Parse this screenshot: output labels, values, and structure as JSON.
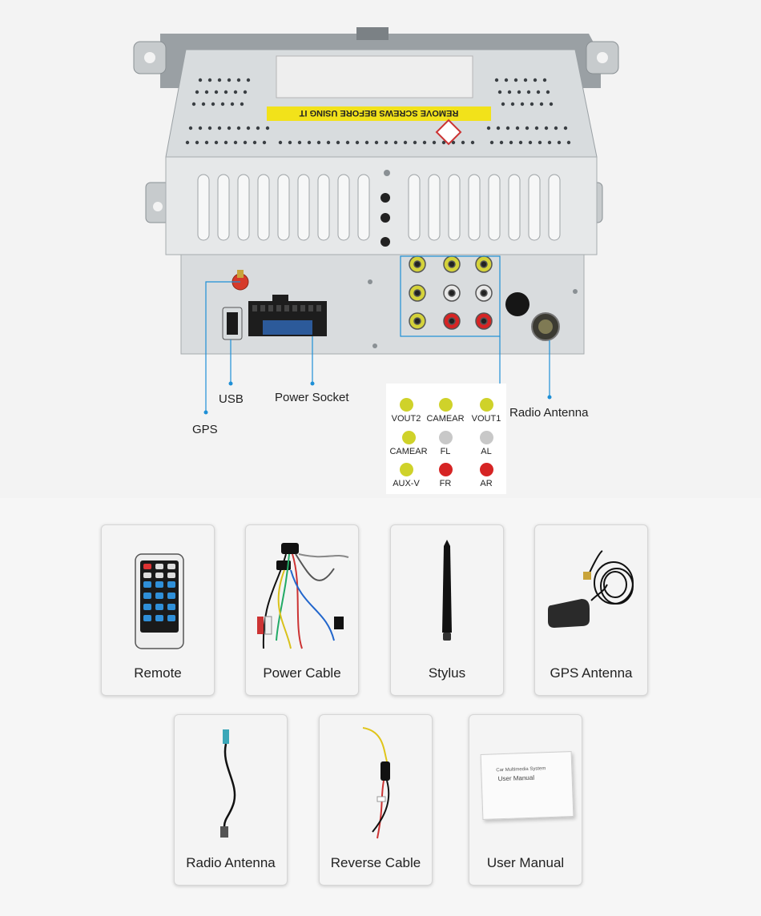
{
  "labels": {
    "gps": "GPS",
    "usb": "USB",
    "power_socket": "Power Socket",
    "radio_antenna": "Radio Antenna"
  },
  "unit_sticker": "REMOVE SCREWS BEFORE USING IT",
  "rca_legend": [
    {
      "label": "VOUT2",
      "color": "#cfd22a"
    },
    {
      "label": "CAMEAR",
      "color": "#cfd22a"
    },
    {
      "label": "VOUT1",
      "color": "#cfd22a"
    },
    {
      "label": "CAMEAR",
      "color": "#cfd22a"
    },
    {
      "label": "FL",
      "color": "#c8c8c8"
    },
    {
      "label": "AL",
      "color": "#c8c8c8"
    },
    {
      "label": "AUX-V",
      "color": "#cfd22a"
    },
    {
      "label": "FR",
      "color": "#d62424"
    },
    {
      "label": "AR",
      "color": "#d62424"
    }
  ],
  "accessories": [
    {
      "caption": "Remote",
      "icon": "remote-control-icon"
    },
    {
      "caption": "Power Cable",
      "icon": "power-cable-icon"
    },
    {
      "caption": "Stylus",
      "icon": "stylus-icon"
    },
    {
      "caption": "GPS Antenna",
      "icon": "gps-antenna-icon"
    },
    {
      "caption": "Radio Antenna",
      "icon": "radio-antenna-icon"
    },
    {
      "caption": "Reverse Cable",
      "icon": "reverse-cable-icon"
    },
    {
      "caption": "User Manual",
      "icon": "user-manual-icon"
    }
  ],
  "manual_cover": {
    "line1": "Car Multimedia System",
    "line2": "User Manual"
  },
  "colors": {
    "callout_line": "#1e8fd6",
    "rca_yellow": "#cfd22a",
    "rca_red": "#d62424",
    "rca_white": "#c8c8c8"
  }
}
